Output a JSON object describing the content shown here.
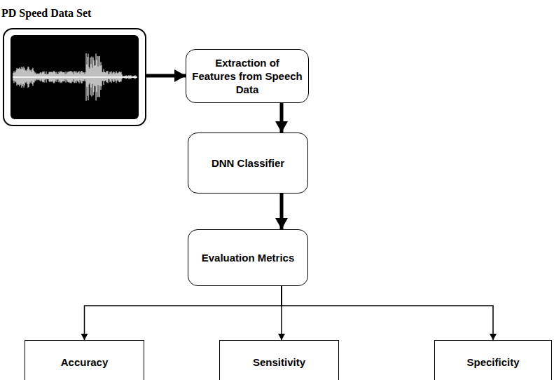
{
  "diagram": {
    "nodes": [
      {
        "text": [
          "PD Speed Data Set"
        ]
      },
      {
        "text": [
          "Extraction of Features from Speech Data"
        ]
      },
      {
        "text": [
          "DNN Classifier"
        ]
      },
      {
        "text": [
          "Evaluation Metrics"
        ]
      },
      {
        "text": [
          "Accuracy"
        ]
      },
      {
        "text": [
          "Sensitivity"
        ]
      },
      {
        "text": [
          "Specificity"
        ]
      }
    ],
    "edges": [
      {
        "from": 0,
        "to": 1,
        "arrow": "to"
      },
      {
        "from": 1,
        "to": 2,
        "arrow": "to"
      },
      {
        "from": 2,
        "to": 3,
        "arrow": "to"
      },
      {
        "from": 3,
        "to": 4,
        "arrow": "to"
      },
      {
        "from": 3,
        "to": 5,
        "arrow": "to"
      },
      {
        "from": 3,
        "to": 6,
        "arrow": "to"
      }
    ]
  }
}
